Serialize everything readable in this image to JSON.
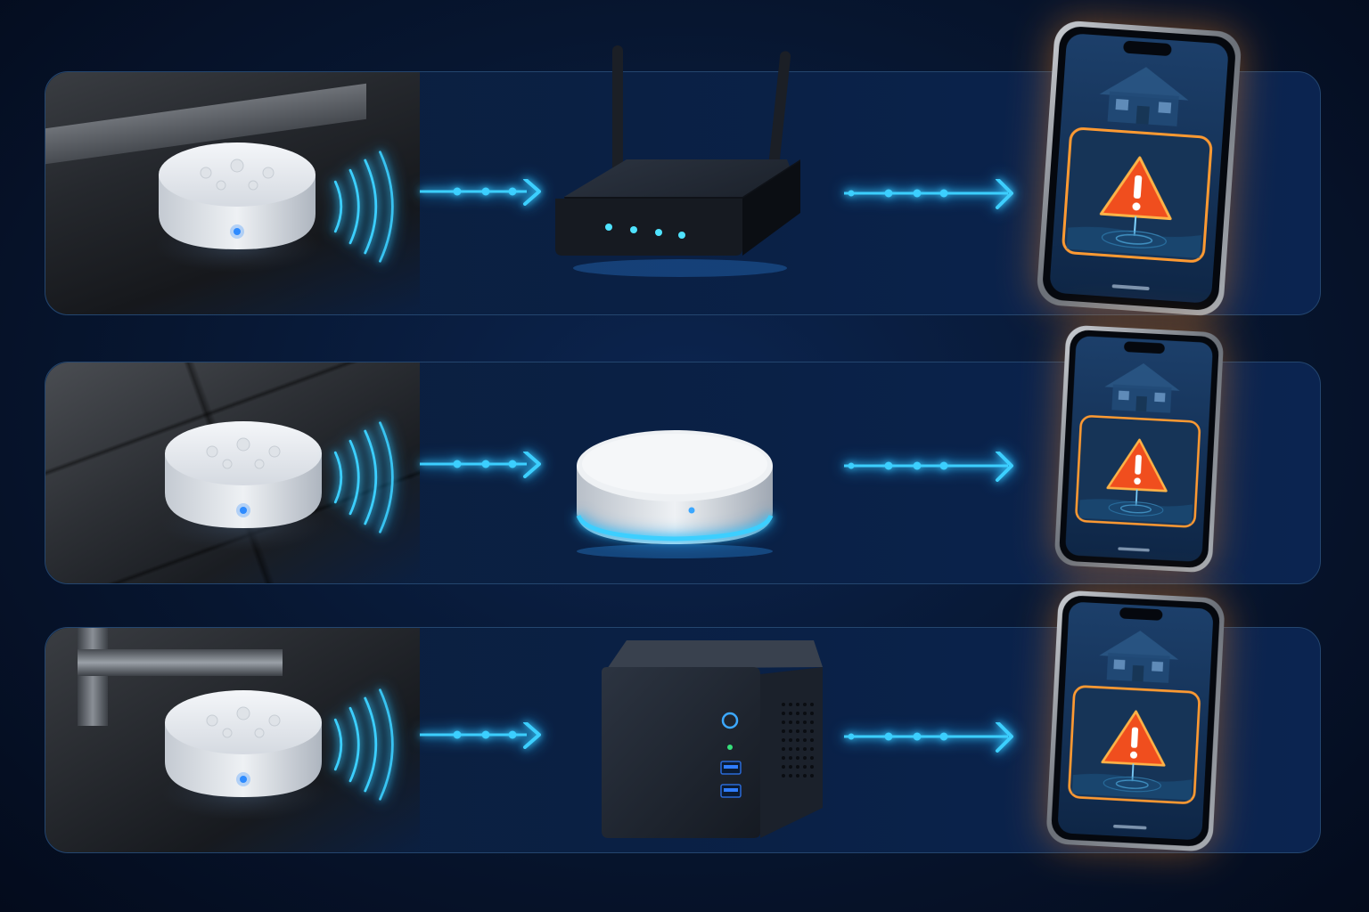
{
  "colors": {
    "background": "#071630",
    "panel_border": "#24466f",
    "signal_cyan": "#3ccfff",
    "alert_orange": "#ff8a1f",
    "alert_triangle": "#f04e1e",
    "sensor_white": "#e9ecf0"
  },
  "rows": [
    {
      "surface": "floor-near-baseboard",
      "hub": "wifi-router-icon",
      "alert": "warning-triangle-icon"
    },
    {
      "surface": "tile-floor",
      "hub": "round-hub-icon",
      "alert": "warning-triangle-icon"
    },
    {
      "surface": "floor-under-pipes",
      "hub": "mini-pc-server-icon",
      "alert": "warning-triangle-icon"
    }
  ]
}
